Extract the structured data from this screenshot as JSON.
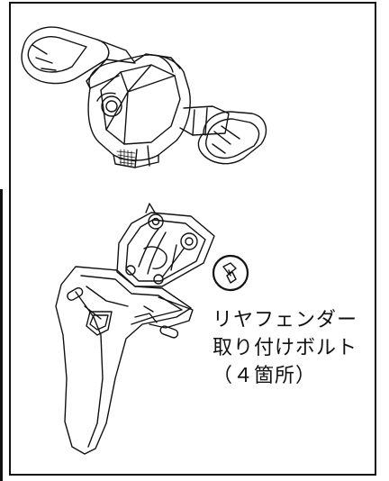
{
  "callout": {
    "line1": "リヤフェンダー",
    "line2": "取り付けボルト",
    "line3": "（４箇所）"
  },
  "illustrations": {
    "top_part": "handlebar-headlight-assembly",
    "bottom_part": "rear-fender-bracket",
    "highlight": "bolt-circle"
  }
}
